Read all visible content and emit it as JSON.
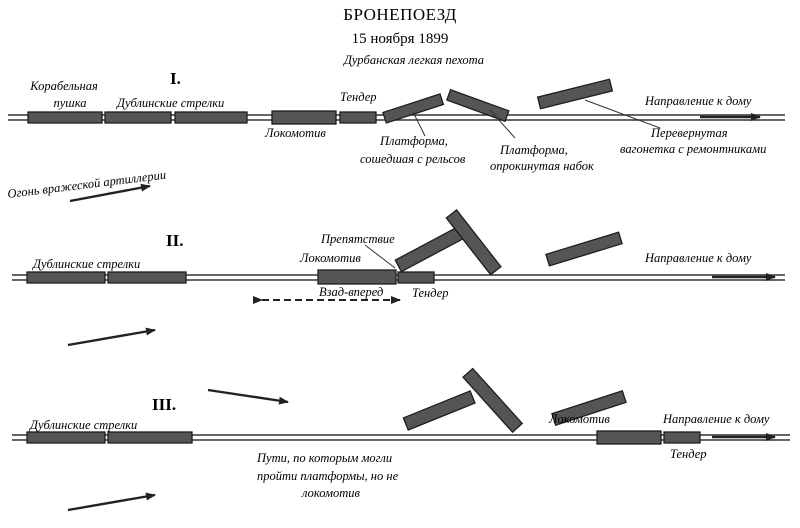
{
  "header": {
    "title": "БРОНЕПОЕЗД",
    "date": "15 ноября 1899",
    "subtitle": "Дурбанская легкая пехота"
  },
  "panel1": {
    "number": "I.",
    "naval_gun_line1": "Корабельная",
    "naval_gun_line2": "пушка",
    "dublin": "Дублинские стрелки",
    "locomotive": "Локомотив",
    "tender": "Тендер",
    "derailed_line1": "Платформа,",
    "derailed_line2": "сошедшая с рельсов",
    "overturned_line1": "Платформа,",
    "overturned_line2": "опрокинутая набок",
    "wagon_line1": "Перевернутая",
    "wagon_line2": "вагонетка с ремонтниками",
    "direction": "Направление к дому",
    "artillery": "Огонь вражеской артиллерии"
  },
  "panel2": {
    "number": "II.",
    "dublin": "Дублинские стрелки",
    "obstacle": "Препятствие",
    "locomotive": "Локомотив",
    "back_forth": "Взад-вперед",
    "tender": "Тендер",
    "direction": "Направление к дому"
  },
  "panel3": {
    "number": "III.",
    "dublin": "Дублинские стрелки",
    "locomotive": "Локомотив",
    "direction": "Направление к дому",
    "tender": "Тендер",
    "path_line1": "Пути, по которым могли",
    "path_line2": "пройти платформы, но не",
    "path_line3": "локомотив"
  },
  "colors": {
    "ink": "#222222",
    "car_fill": "#555555",
    "background": "#ffffff"
  }
}
